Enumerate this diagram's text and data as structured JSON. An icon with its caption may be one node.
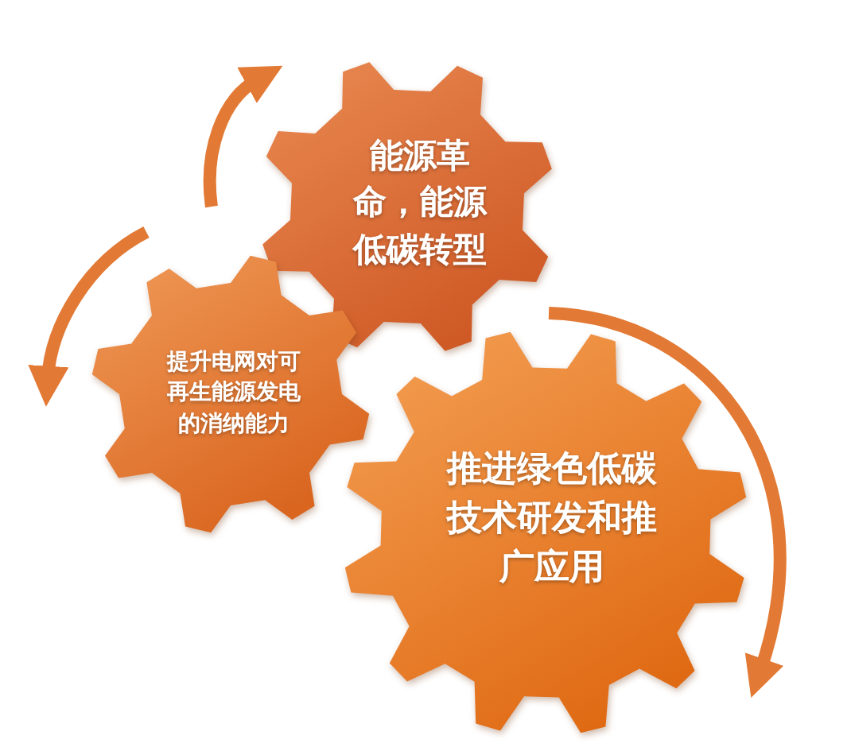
{
  "diagram": {
    "nodes": [
      {
        "text": [
          "能源革命，能源低碳转型"
        ]
      },
      {
        "text": [
          "提升电网对可再生能源发电的消纳能力"
        ]
      },
      {
        "text": [
          "推进绿色低碳技术研发和推广应用"
        ]
      }
    ]
  }
}
